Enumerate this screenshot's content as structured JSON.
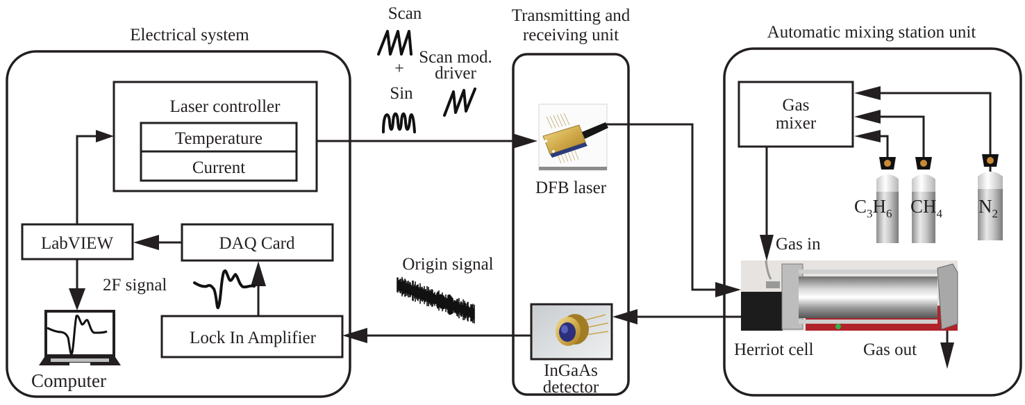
{
  "figure": {
    "sections": {
      "electrical": "Electrical system",
      "transmit_line1": "Transmitting and",
      "transmit_line2": "receiving unit",
      "mixing": "Automatic mixing station unit"
    },
    "electrical": {
      "laser_controller": "Laser controller",
      "temperature": "Temperature",
      "current": "Current",
      "labview": "LabVIEW",
      "daq_card": "DAQ Card",
      "lock_in": "Lock In Amplifier",
      "computer": "Computer",
      "signal_2f": "2F signal"
    },
    "signals": {
      "scan": "Scan",
      "plus": "+",
      "sin": "Sin",
      "scan_mod_line1": "Scan mod.",
      "scan_mod_line2": "driver",
      "origin_signal": "Origin signal"
    },
    "transmit": {
      "dfb_laser": "DFB laser",
      "detector_line1": "InGaAs",
      "detector_line2": "detector"
    },
    "mixing": {
      "gas_mixer_line1": "Gas",
      "gas_mixer_line2": "mixer",
      "gas_in": "Gas in",
      "gas_out": "Gas out",
      "herriot_cell": "Herriot cell",
      "cylinders": [
        {
          "base": "C",
          "sub1": "3",
          "mid": "H",
          "sub2": "6"
        },
        {
          "base": "CH",
          "sub1": "4"
        },
        {
          "base": "N",
          "sub1": "2"
        }
      ]
    },
    "colors": {
      "line": "#231f20",
      "laser_gold": "#d8b45a",
      "cylinder_silver": "#b8b8b8",
      "cell_red": "#b0232a"
    }
  }
}
